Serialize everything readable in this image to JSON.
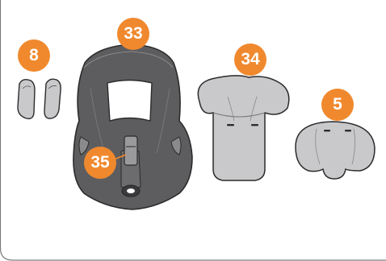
{
  "diagram": {
    "parts": [
      {
        "number": "8",
        "item": "shoulder-pads"
      },
      {
        "number": "33",
        "item": "seat-cover"
      },
      {
        "number": "34",
        "item": "infant-insert"
      },
      {
        "number": "5",
        "item": "head-cushion"
      },
      {
        "number": "35",
        "item": "crotch-pad"
      }
    ]
  },
  "colors": {
    "badge": "#f0892e",
    "cover_dark": "#5d5d5f",
    "cover_mid": "#6c6c6e",
    "cushion_light": "#c9c9cb",
    "outline": "#2b2b2b",
    "panel_border": "#7a7a7a"
  }
}
